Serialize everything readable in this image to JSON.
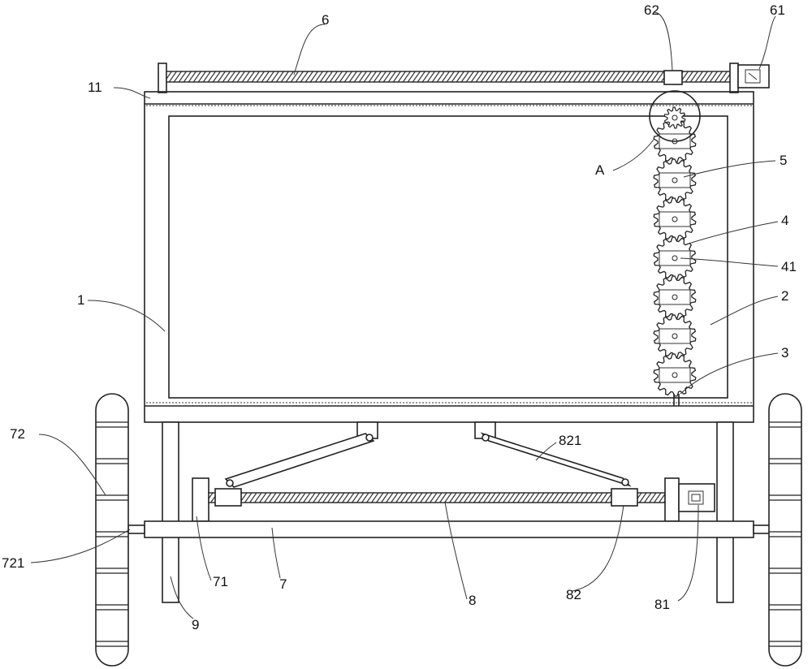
{
  "labels": {
    "l6": "6",
    "l62": "62",
    "l61": "61",
    "l11": "11",
    "lA": "A",
    "l5": "5",
    "l4": "4",
    "l41": "41",
    "l1": "1",
    "l2": "2",
    "l3": "3",
    "l72": "72",
    "l821": "821",
    "l721": "721",
    "l71": "71",
    "l7": "7",
    "l8": "8",
    "l82": "82",
    "l81": "81",
    "l9": "9"
  }
}
